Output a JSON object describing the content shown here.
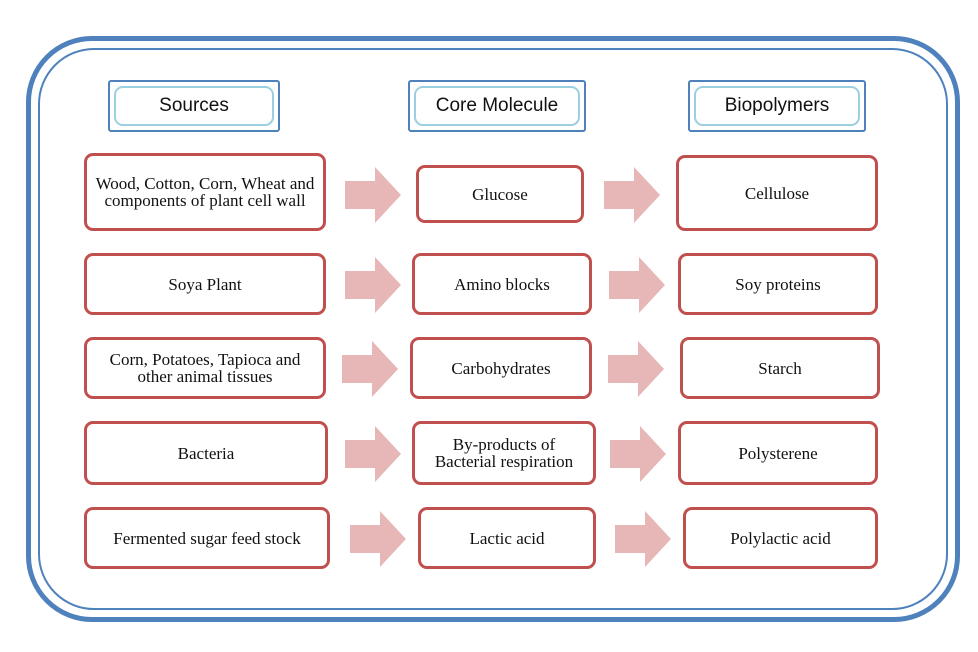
{
  "headers": {
    "sources": "Sources",
    "core": "Core Molecule",
    "biopolymers": "Biopolymers"
  },
  "rows": [
    {
      "source": "Wood, Cotton, Corn, Wheat and components of plant cell wall",
      "core": "Glucose",
      "biopolymer": "Cellulose"
    },
    {
      "source": "Soya Plant",
      "core": "Amino blocks",
      "biopolymer": "Soy proteins"
    },
    {
      "source": "Corn, Potatoes, Tapioca and other animal tissues",
      "core": "Carbohydrates",
      "biopolymer": "Starch"
    },
    {
      "source": "Bacteria",
      "core": "By-products of Bacterial respiration",
      "biopolymer": "Polysterene"
    },
    {
      "source": "Fermented sugar feed stock",
      "core": "Lactic acid",
      "biopolymer": "Polylactic acid"
    }
  ],
  "colors": {
    "frame": "#4f81bd",
    "header_inner": "#9ccfe0",
    "box_border": "#c0504d",
    "arrow_fill": "#e6b7b6"
  },
  "icons": {
    "flow_arrow": "arrow-right-icon"
  }
}
